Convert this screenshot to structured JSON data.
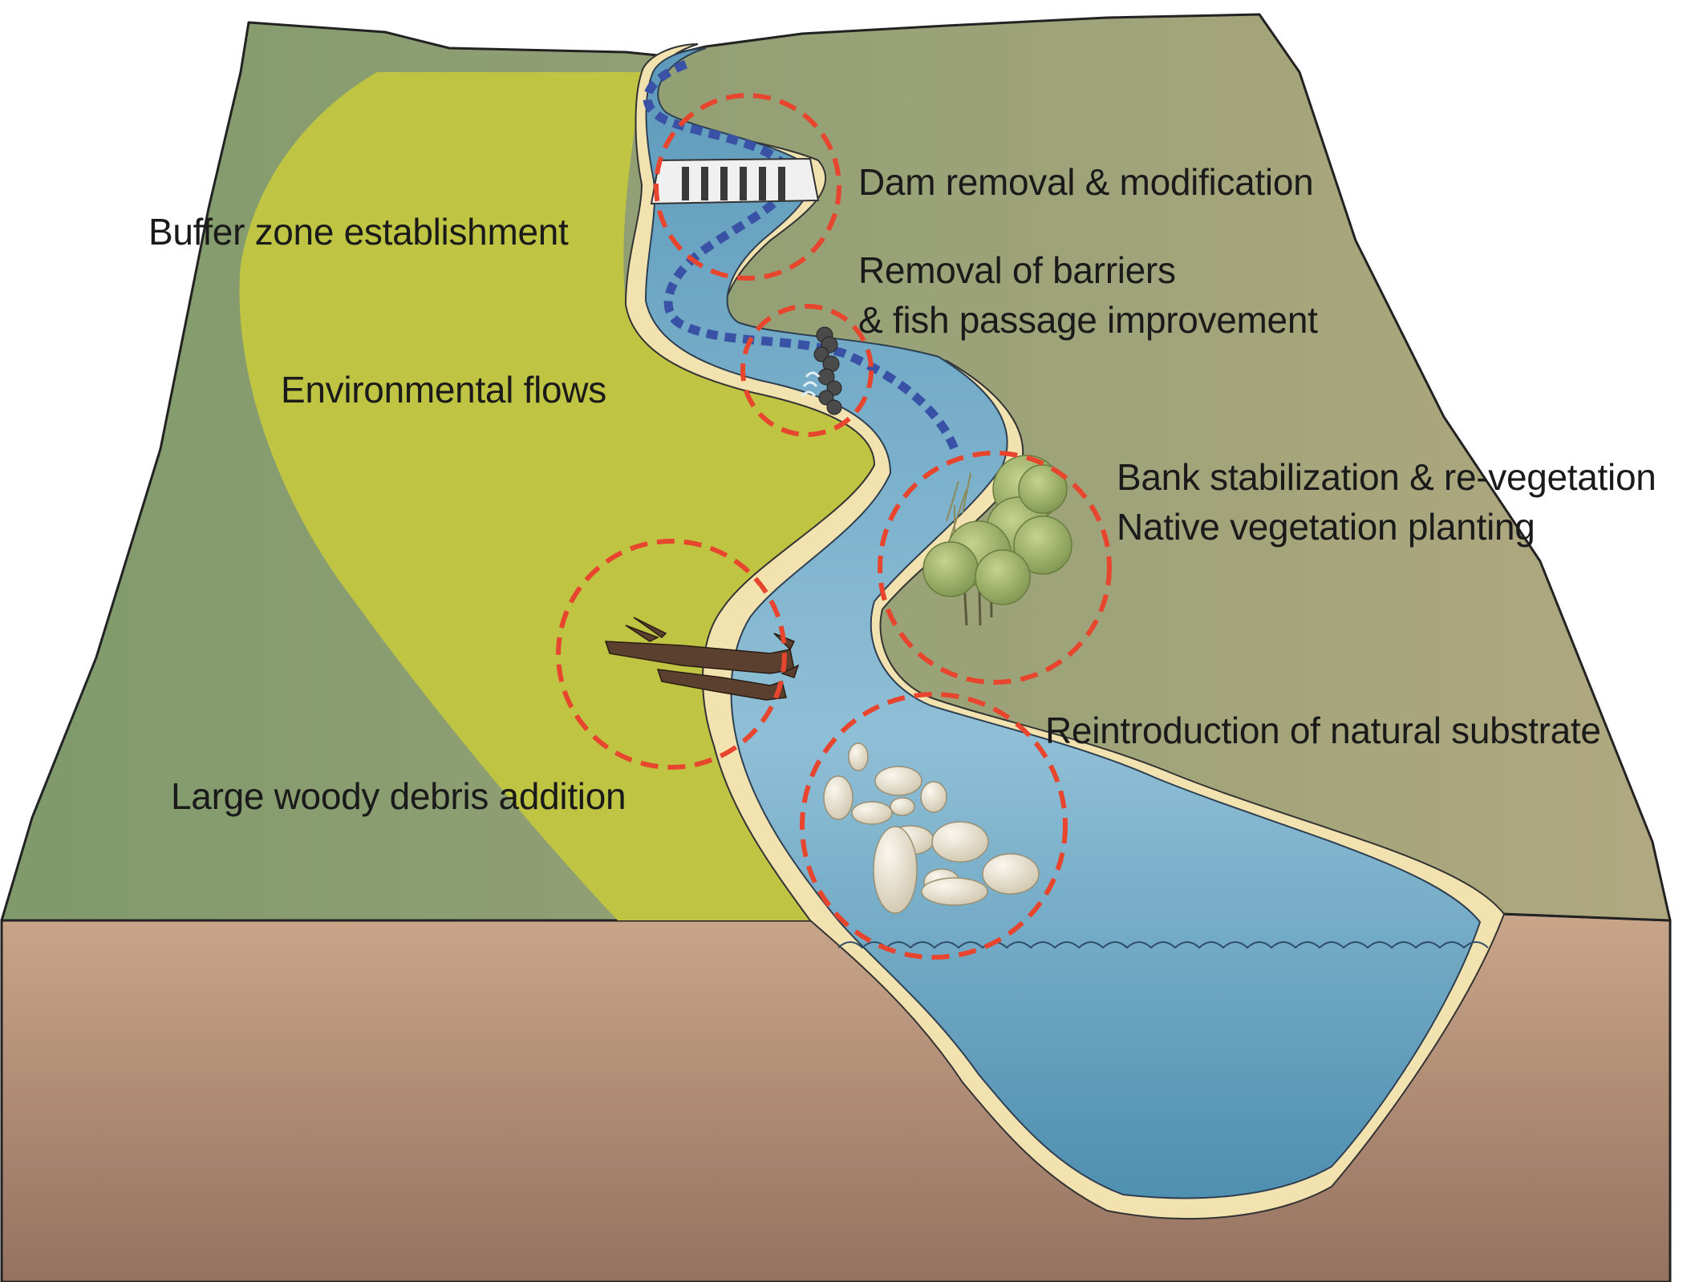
{
  "diagram": {
    "labels": {
      "dam_removal": "Dam removal & modification",
      "buffer_zone": "Buffer zone establishment",
      "barriers_line1": "Removal of barriers",
      "barriers_line2": "& fish passage improvement",
      "environmental_flows": "Environmental flows",
      "bank_line1": "Bank stabilization & re-vegetation",
      "bank_line2": "Native vegetation planting",
      "substrate": "Reintroduction of natural substrate",
      "woody_debris": "Large woody debris addition"
    },
    "colors": {
      "hill_left": "#7f9a6c",
      "hill_right": "#a8a47e",
      "buffer_zone": "#bfc443",
      "river": "#6ea8c6",
      "river_light": "#9cc6da",
      "bank_sand": "#f2e2b0",
      "soil_top": "#c9a58a",
      "soil_bottom": "#9a7761",
      "highlight_circle": "#e8452e",
      "flow_line": "#3a52a6",
      "dam": "#f0f0f0",
      "log": "#5b4030",
      "rocks": "#e6dfcb",
      "trees": "#9db067"
    }
  }
}
